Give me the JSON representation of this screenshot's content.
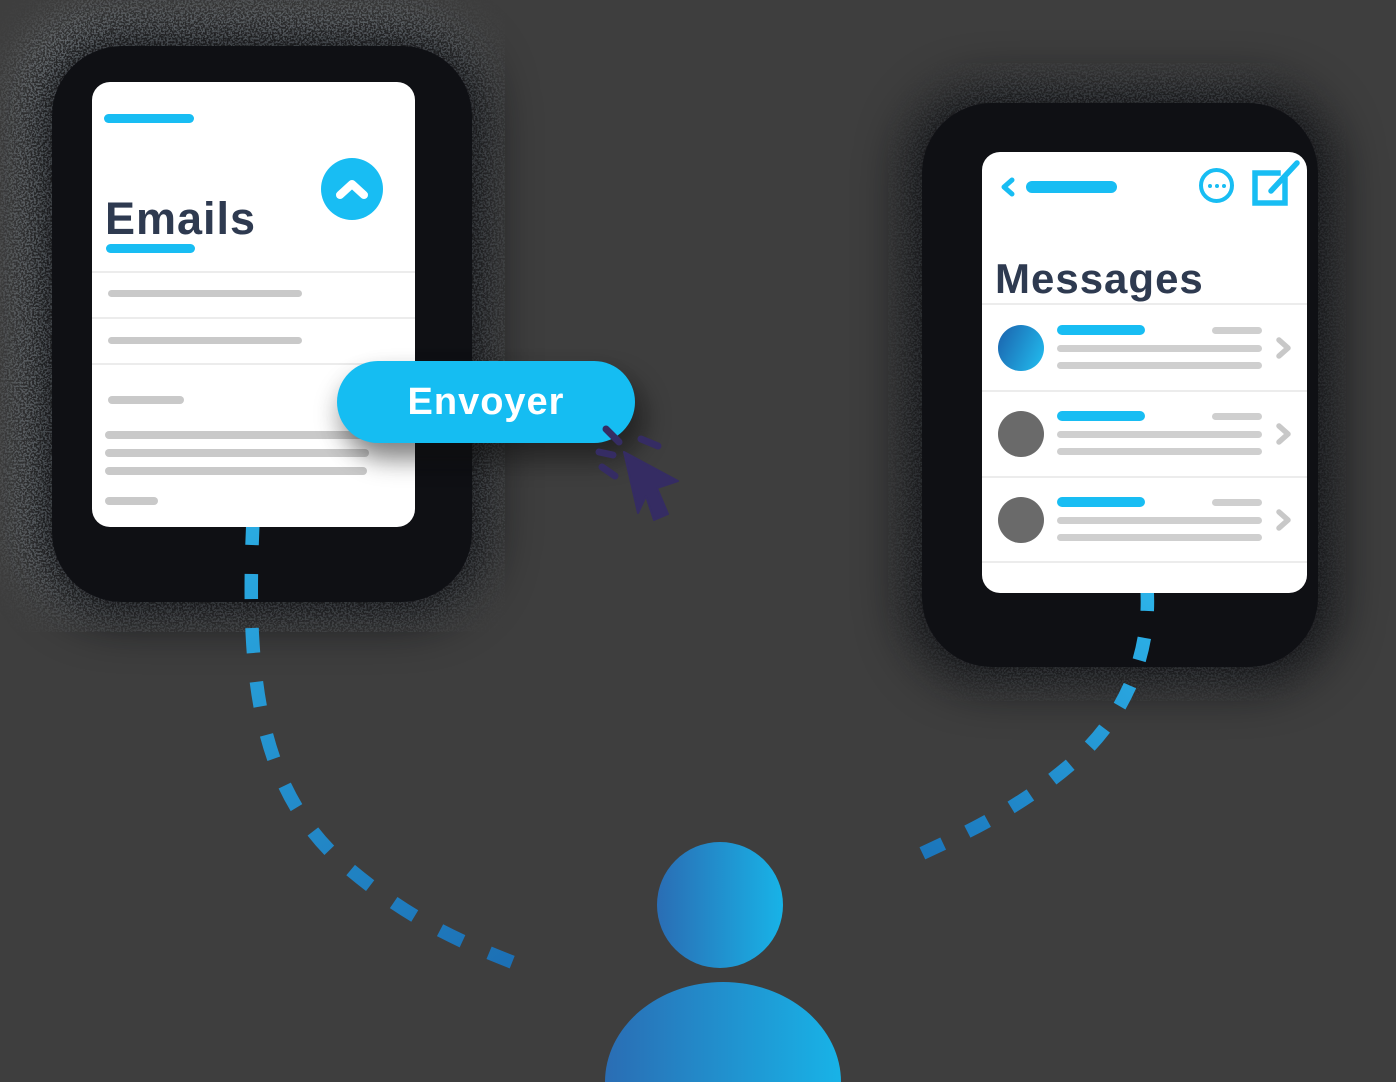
{
  "background": {
    "color": "#3e3e3e"
  },
  "colors": {
    "accent_cyan": "#18bdf3",
    "title_navy": "#2e3a50",
    "placeholder_gray": "#c9c9c9",
    "divider_gray": "#ececec",
    "avatar_gray": "#6a6a6a",
    "phone_black": "#0f1014",
    "grain_bluegray": "#8ba0ad",
    "cursor_indigo": "#352c63",
    "dash_start_cyan": "#2aabe2",
    "dash_end_blue": "#1c6fb4",
    "person_gradient": [
      "#2a6db4",
      "#18b3e7"
    ]
  },
  "email_app": {
    "title": "Emails",
    "send_button": {
      "label": "Envoyer"
    },
    "scroll_button_icon": "chevron-up-icon",
    "list_rows": 2,
    "compose_placeholder_lines": 5
  },
  "messages_app": {
    "title": "Messages",
    "header_icons": [
      "back-chevron-icon",
      "ellipsis-icon",
      "compose-icon"
    ],
    "conversations": [
      {
        "avatar": "blue-gradient",
        "title_line": "cyan",
        "meta_line": "gray",
        "body_lines": 2,
        "chevron": "right"
      },
      {
        "avatar": "gray",
        "title_line": "cyan",
        "meta_line": "gray",
        "body_lines": 2,
        "chevron": "right"
      },
      {
        "avatar": "gray",
        "title_line": "cyan",
        "meta_line": "gray",
        "body_lines": 2,
        "chevron": "right"
      }
    ]
  },
  "cursor": {
    "icon": "cursor-click-icon",
    "color": "#352c63"
  },
  "person": {
    "icon": "person-icon"
  },
  "connectors": {
    "left": {
      "from": "email-card-bottom",
      "to": "person",
      "style": "dashed"
    },
    "right": {
      "from": "messages-card-bottom",
      "to": "person",
      "style": "dashed"
    }
  }
}
